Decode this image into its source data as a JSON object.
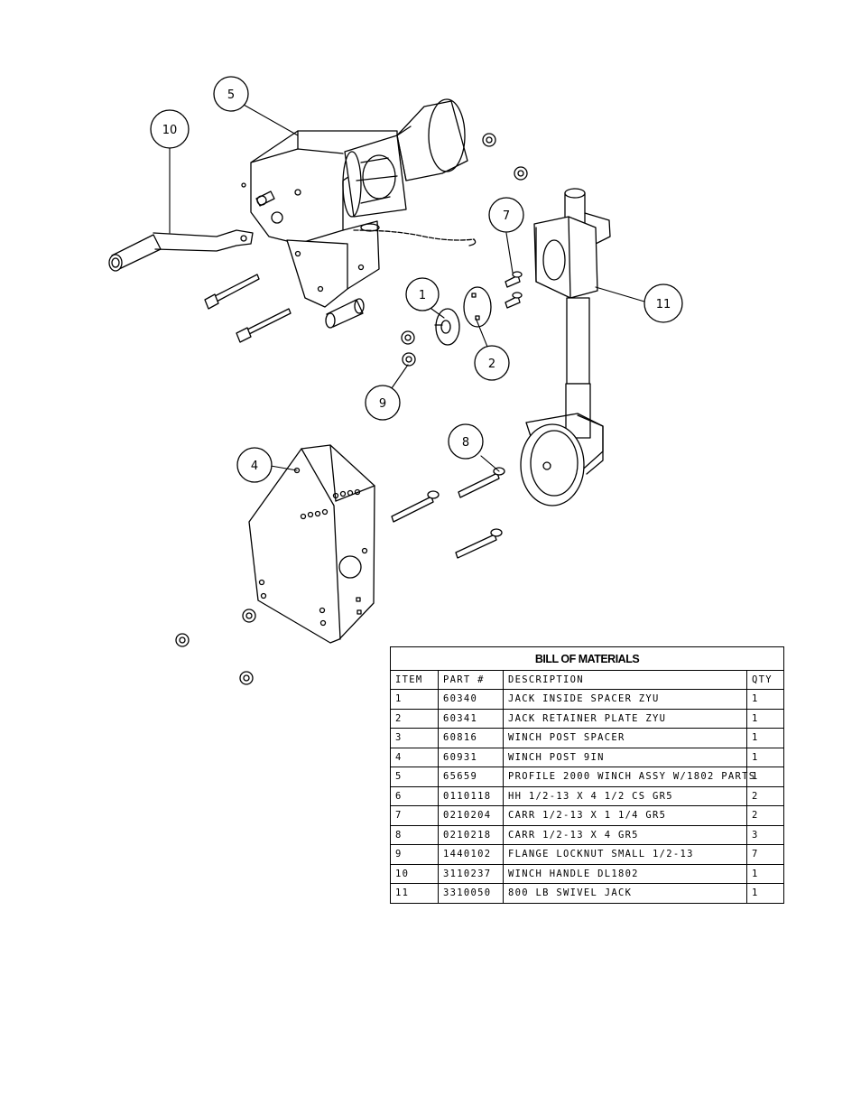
{
  "callouts": [
    "1",
    "2",
    "4",
    "5",
    "7",
    "8",
    "9",
    "10",
    "11"
  ],
  "bom": {
    "title": "BILL OF MATERIALS",
    "headers": [
      "ITEM",
      "PART #",
      "DESCRIPTION",
      "QTY"
    ],
    "rows": [
      {
        "item": "1",
        "part": "60340",
        "desc": "JACK INSIDE SPACER ZYU",
        "qty": "1"
      },
      {
        "item": "2",
        "part": "60341",
        "desc": "JACK RETAINER PLATE ZYU",
        "qty": "1"
      },
      {
        "item": "3",
        "part": "60816",
        "desc": "WINCH POST SPACER",
        "qty": "1"
      },
      {
        "item": "4",
        "part": "60931",
        "desc": "WINCH POST 9IN",
        "qty": "1"
      },
      {
        "item": "5",
        "part": "65659",
        "desc": "PROFILE 2000 WINCH ASSY W/1802 PARTS",
        "qty": "1"
      },
      {
        "item": "6",
        "part": "0110118",
        "desc": "HH 1/2-13 X 4 1/2 CS GR5",
        "qty": "2"
      },
      {
        "item": "7",
        "part": "0210204",
        "desc": "CARR 1/2-13 X 1 1/4 GR5",
        "qty": "2"
      },
      {
        "item": "8",
        "part": "0210218",
        "desc": "CARR 1/2-13 X 4 GR5",
        "qty": "3"
      },
      {
        "item": "9",
        "part": "1440102",
        "desc": "FLANGE LOCKNUT SMALL 1/2-13",
        "qty": "7"
      },
      {
        "item": "10",
        "part": "3110237",
        "desc": "WINCH HANDLE  DL1802",
        "qty": "1"
      },
      {
        "item": "11",
        "part": "3310050",
        "desc": "800 LB SWIVEL JACK",
        "qty": "1"
      }
    ]
  }
}
